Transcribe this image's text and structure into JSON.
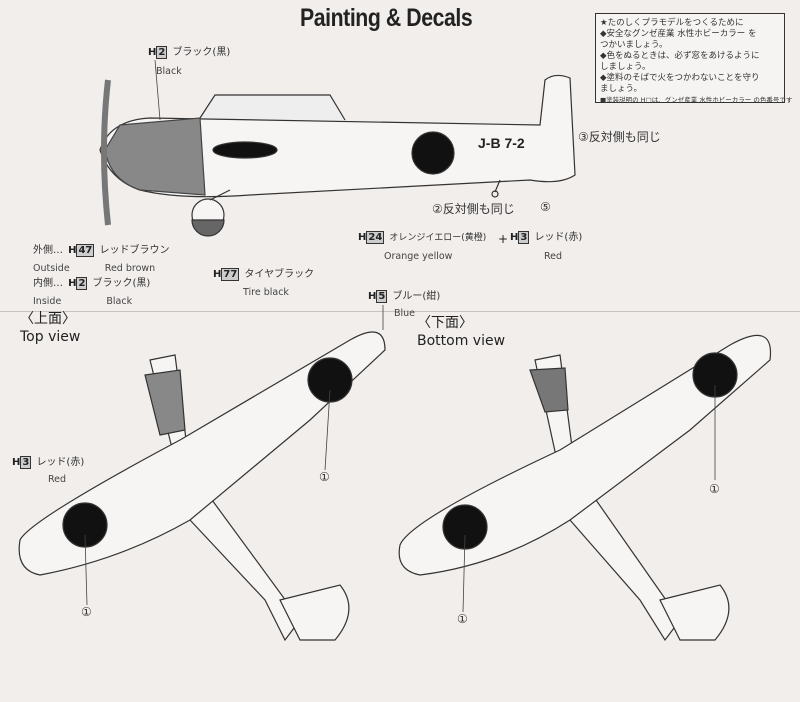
{
  "title": "Painting & Decals",
  "notice": {
    "lines": [
      "★たのしくプラモデルをつくるために",
      "◆安全なグンゼ産業 水性ホビーカラー を",
      "つかいましょう。",
      "◆色をぬるときは、必ず窓をあけるように",
      "しましょう。",
      "◆塗料のそばで火をつかわないことを守り",
      "ましょう。",
      "■塗装説明の H□は、グンゼ産業 水性ホビーカラー の色番号です"
    ]
  },
  "side": {
    "black": {
      "prefix": "H",
      "num": "2",
      "jp": "ブラック(黒)",
      "en": "Black"
    },
    "tail_code": "J-B 7-2",
    "marker3": "③",
    "marker3_text": "反対側も同じ",
    "marker2": "②",
    "marker2_text": "反対側も同じ",
    "marker5": "⑤",
    "orange": {
      "prefix": "H",
      "num": "24",
      "jp": "オレンジイエロー(黄橙)",
      "en": "Orange yellow"
    },
    "plus": "+",
    "red": {
      "prefix": "H",
      "num": "3",
      "jp": "レッド(赤)",
      "en": "Red"
    },
    "outside": {
      "label_jp": "外側…",
      "label_en": "Outside",
      "prefix": "H",
      "num": "47",
      "jp": "レッドブラウン",
      "en": "Red brown"
    },
    "inside": {
      "label_jp": "内側…",
      "label_en": "Inside",
      "prefix": "H",
      "num": "2",
      "jp": "ブラック(黒)",
      "en": "Black"
    },
    "tire": {
      "prefix": "H",
      "num": "77",
      "jp": "タイヤブラック",
      "en": "Tire black"
    }
  },
  "top_view": {
    "label_jp": "〈上面〉",
    "label_en": "Top view",
    "red": {
      "prefix": "H",
      "num": "3",
      "jp": "レッド(赤)",
      "en": "Red"
    },
    "marker": "①",
    "blue": {
      "prefix": "H",
      "num": "5",
      "jp": "ブルー(紺)",
      "en": "Blue"
    }
  },
  "bottom_view": {
    "label_jp": "〈下面〉",
    "label_en": "Bottom view",
    "marker": "①"
  }
}
